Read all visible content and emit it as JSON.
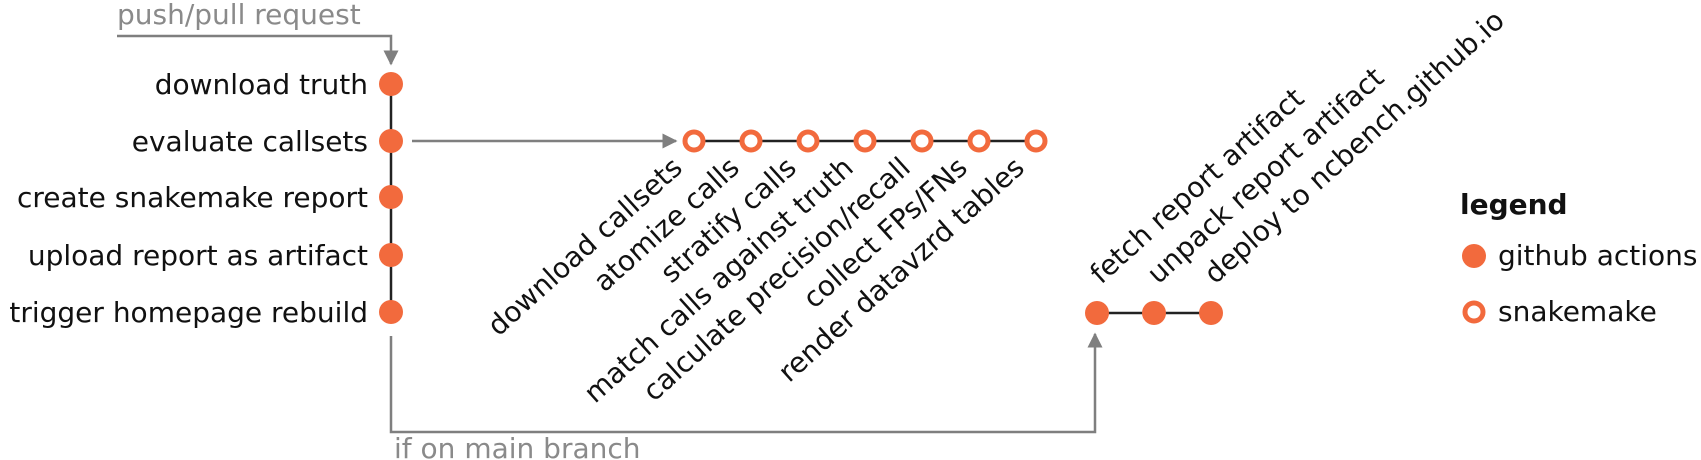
{
  "colors": {
    "accent": "#f26a3d",
    "line": "#222222",
    "arrow": "#7f7f7f",
    "text": "#111111",
    "muted_text": "#8a8a8a"
  },
  "trigger": {
    "label": "push/pull request"
  },
  "branch_condition": {
    "label": "if on main branch"
  },
  "github_steps": [
    {
      "label": "download truth",
      "kind": "github actions"
    },
    {
      "label": "evaluate callsets",
      "kind": "github actions"
    },
    {
      "label": "create snakemake report",
      "kind": "github actions"
    },
    {
      "label": "upload report as artifact",
      "kind": "github actions"
    },
    {
      "label": "trigger homepage rebuild",
      "kind": "github actions"
    }
  ],
  "snakemake_steps": [
    {
      "label": "download callsets",
      "kind": "snakemake"
    },
    {
      "label": "atomize calls",
      "kind": "snakemake"
    },
    {
      "label": "stratify calls",
      "kind": "snakemake"
    },
    {
      "label": "match calls against truth",
      "kind": "snakemake"
    },
    {
      "label": "calculate precision/recall",
      "kind": "snakemake"
    },
    {
      "label": "collect FPs/FNs",
      "kind": "snakemake"
    },
    {
      "label": "render datavzrd tables",
      "kind": "snakemake"
    }
  ],
  "deploy_steps": [
    {
      "label": "fetch report artifact",
      "kind": "github actions"
    },
    {
      "label": "unpack report artifact",
      "kind": "github actions"
    },
    {
      "label": "deploy to ncbench.github.io",
      "kind": "github actions"
    }
  ],
  "legend": {
    "title": "legend",
    "items": [
      {
        "label": "github actions",
        "marker": "filled-dot-icon"
      },
      {
        "label": "snakemake",
        "marker": "hollow-dot-icon"
      }
    ]
  }
}
